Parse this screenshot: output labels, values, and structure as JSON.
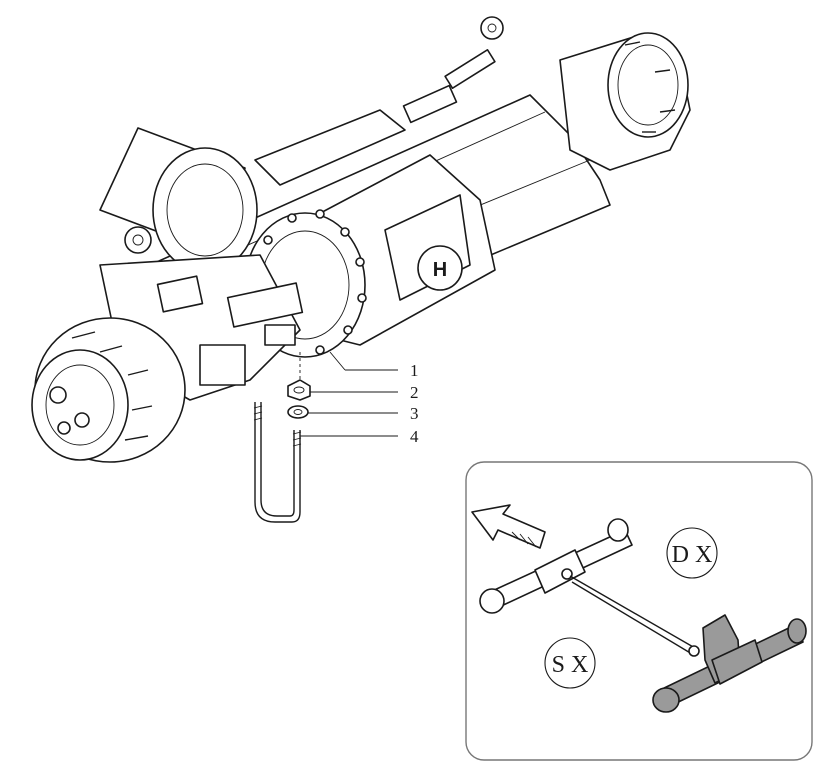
{
  "callouts": [
    {
      "id": "1",
      "label": "1"
    },
    {
      "id": "2",
      "label": "2"
    },
    {
      "id": "3",
      "label": "3"
    },
    {
      "id": "4",
      "label": "4"
    }
  ],
  "inset": {
    "badge_right": "D X",
    "badge_left": "S X",
    "colors": {
      "highlight_part": "#9a9a9a",
      "frame": "#777777"
    }
  },
  "icons": [
    "direction-arrow-icon",
    "brand-logo-icon"
  ]
}
